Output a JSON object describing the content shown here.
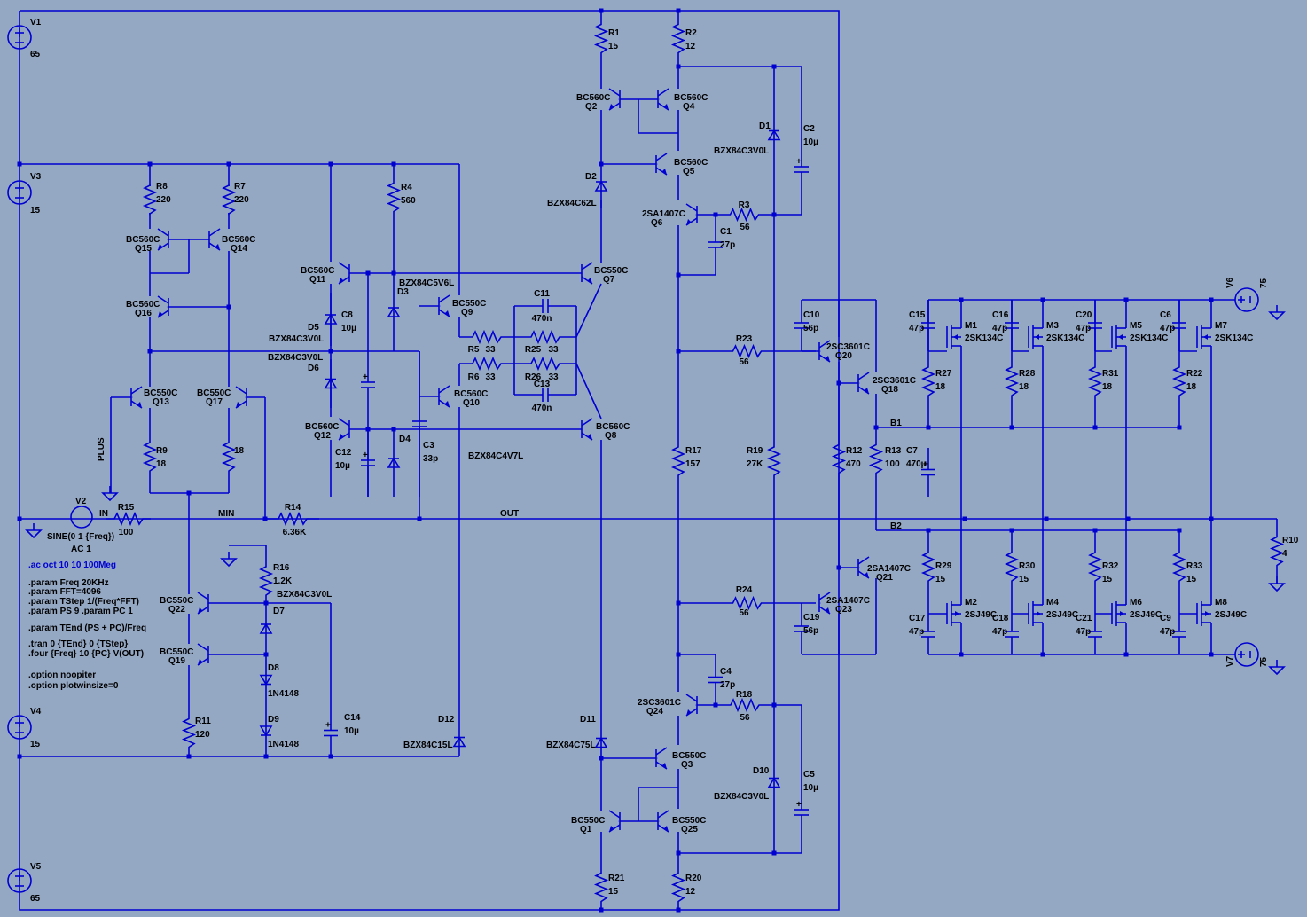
{
  "schematic": {
    "sources": [
      {
        "name": "V1",
        "value": "65"
      },
      {
        "name": "V3",
        "value": "15"
      },
      {
        "name": "V4",
        "value": "15"
      },
      {
        "name": "V5",
        "value": "65"
      },
      {
        "name": "V6",
        "value": "75"
      },
      {
        "name": "V7",
        "value": "75"
      },
      {
        "name": "V2",
        "value": "SINE(0 1 {Freq})",
        "ac": "AC 1"
      }
    ],
    "resistors": [
      {
        "name": "R1",
        "value": "15"
      },
      {
        "name": "R2",
        "value": "12"
      },
      {
        "name": "R3",
        "value": "56"
      },
      {
        "name": "R4",
        "value": "560"
      },
      {
        "name": "R5",
        "value": "33"
      },
      {
        "name": "R6",
        "value": "33"
      },
      {
        "name": "R7",
        "value": "220"
      },
      {
        "name": "R8",
        "value": "220"
      },
      {
        "name": "R9",
        "value": "18"
      },
      {
        "name": "R10",
        "value": "4"
      },
      {
        "name": "R11",
        "value": "120"
      },
      {
        "name": "R12",
        "value": "470"
      },
      {
        "name": "R13",
        "value": "100"
      },
      {
        "name": "R14",
        "value": "6.36K"
      },
      {
        "name": "R15",
        "value": "100"
      },
      {
        "name": "R16",
        "value": "1.2K"
      },
      {
        "name": "R17",
        "value": "157"
      },
      {
        "name": "R18",
        "value": "56"
      },
      {
        "name": "R19",
        "value": "27K"
      },
      {
        "name": "R20",
        "value": "12"
      },
      {
        "name": "R21",
        "value": "15"
      },
      {
        "name": "R22",
        "value": "18"
      },
      {
        "name": "R23",
        "value": "56"
      },
      {
        "name": "R24",
        "value": "56"
      },
      {
        "name": "R25",
        "value": "33"
      },
      {
        "name": "R26",
        "value": "33"
      },
      {
        "name": "R27",
        "value": "18"
      },
      {
        "name": "R28",
        "value": "18"
      },
      {
        "name": "R29",
        "value": "15"
      },
      {
        "name": "R30",
        "value": "15"
      },
      {
        "name": "R31",
        "value": "18"
      },
      {
        "name": "R32",
        "value": "15"
      },
      {
        "name": "R33",
        "value": "15"
      },
      {
        "name": "18",
        "value": "18"
      }
    ],
    "capacitors": [
      {
        "name": "C1",
        "value": "27p"
      },
      {
        "name": "C2",
        "value": "10µ"
      },
      {
        "name": "C3",
        "value": "33p"
      },
      {
        "name": "C4",
        "value": "27p"
      },
      {
        "name": "C5",
        "value": "10µ"
      },
      {
        "name": "C6",
        "value": "47p"
      },
      {
        "name": "C7",
        "value": "470µ"
      },
      {
        "name": "C8",
        "value": "10µ"
      },
      {
        "name": "C9",
        "value": "47p"
      },
      {
        "name": "C10",
        "value": "56p"
      },
      {
        "name": "C11",
        "value": "470n"
      },
      {
        "name": "C12",
        "value": "10µ"
      },
      {
        "name": "C13",
        "value": "470n"
      },
      {
        "name": "C14",
        "value": "10µ"
      },
      {
        "name": "C15",
        "value": "47p"
      },
      {
        "name": "C16",
        "value": "47p"
      },
      {
        "name": "C17",
        "value": "47p"
      },
      {
        "name": "C18",
        "value": "47p"
      },
      {
        "name": "C19",
        "value": "56p"
      },
      {
        "name": "C20",
        "value": "47p"
      },
      {
        "name": "C21",
        "value": "47p"
      }
    ],
    "transistors": [
      {
        "name": "Q1",
        "model": "BC550C"
      },
      {
        "name": "Q2",
        "model": "BC560C"
      },
      {
        "name": "Q3",
        "model": "BC550C"
      },
      {
        "name": "Q4",
        "model": "BC560C"
      },
      {
        "name": "Q5",
        "model": "BC560C"
      },
      {
        "name": "Q6",
        "model": "2SA1407C"
      },
      {
        "name": "Q7",
        "model": "BC550C"
      },
      {
        "name": "Q8",
        "model": "BC560C"
      },
      {
        "name": "Q9",
        "model": "BC550C"
      },
      {
        "name": "Q10",
        "model": "BC560C"
      },
      {
        "name": "Q11",
        "model": "BC560C"
      },
      {
        "name": "Q12",
        "model": "BC560C"
      },
      {
        "name": "Q13",
        "model": "BC550C"
      },
      {
        "name": "Q14",
        "model": "BC560C"
      },
      {
        "name": "Q15",
        "model": "BC560C"
      },
      {
        "name": "Q16",
        "model": "BC560C"
      },
      {
        "name": "Q17",
        "model": "BC550C"
      },
      {
        "name": "Q18",
        "model": "2SC3601C"
      },
      {
        "name": "Q19",
        "model": "BC550C"
      },
      {
        "name": "Q20",
        "model": "2SC3601C"
      },
      {
        "name": "Q21",
        "model": "2SA1407C"
      },
      {
        "name": "Q22",
        "model": "BC550C"
      },
      {
        "name": "Q23",
        "model": "2SA1407C"
      },
      {
        "name": "Q24",
        "model": "2SC3601C"
      },
      {
        "name": "Q25",
        "model": "BC550C"
      },
      {
        "name": "M1",
        "model": "2SK134C"
      },
      {
        "name": "M3",
        "model": "2SK134C"
      },
      {
        "name": "M5",
        "model": "2SK134C"
      },
      {
        "name": "M7",
        "model": "2SK134C"
      },
      {
        "name": "M2",
        "model": "2SJ49C"
      },
      {
        "name": "M4",
        "model": "2SJ49C"
      },
      {
        "name": "M6",
        "model": "2SJ49C"
      },
      {
        "name": "M8",
        "model": "2SJ49C"
      }
    ],
    "diodes": [
      {
        "name": "D1",
        "model": "BZX84C3V0L"
      },
      {
        "name": "D2",
        "model": "BZX84C62L"
      },
      {
        "name": "D3",
        "model": "BZX84C5V6L"
      },
      {
        "name": "D4",
        "model": ""
      },
      {
        "name": "D5",
        "model": "BZX84C3V0L"
      },
      {
        "name": "D6",
        "model": "BZX84C3V0L"
      },
      {
        "name": "D7",
        "model": "BZX84C3V0L"
      },
      {
        "name": "D8",
        "model": "1N4148"
      },
      {
        "name": "D9",
        "model": "1N4148"
      },
      {
        "name": "D10",
        "model": "BZX84C3V0L"
      },
      {
        "name": "D11",
        "model": "BZX84C75L"
      },
      {
        "name": "D12",
        "model": "BZX84C15L"
      },
      {
        "name": "Dx",
        "model": "BZX84C4V7L"
      }
    ],
    "nets": [
      "IN",
      "MIN",
      "OUT",
      "PLUS",
      "B1",
      "B2"
    ],
    "directives": [
      ".ac oct 10 10 100Meg",
      ".param Freq 20KHz",
      ".param FFT=4096",
      ".param TStep 1/(Freq*FFT)",
      ".param PS 9  .param PC 1",
      ".param TEnd (PS + PC)/Freq",
      ".tran 0 {TEnd} 0 {TStep}",
      ".four {Freq} 10 {PC} V(OUT)",
      ".option noopiter",
      ".option plotwinsize=0"
    ]
  }
}
